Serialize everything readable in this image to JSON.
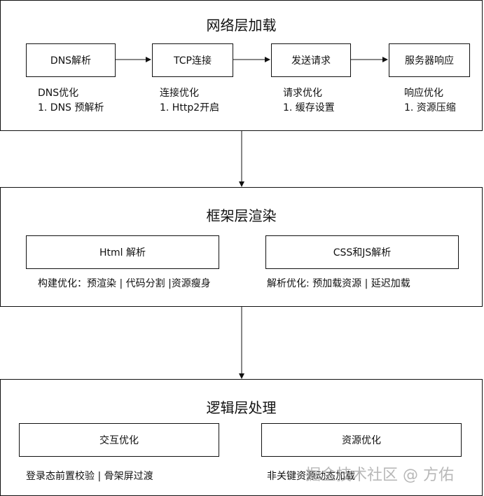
{
  "layers": {
    "network": {
      "title": "网络层加载",
      "nodes": [
        "DNS解析",
        "TCP连接",
        "发送请求",
        "服务器响应"
      ],
      "notes": [
        {
          "heading": "DNS优化",
          "item": "1. DNS 预解析"
        },
        {
          "heading": "连接优化",
          "item": "1. Http2开启"
        },
        {
          "heading": "请求优化",
          "item": "1. 缓存设置"
        },
        {
          "heading": "响应优化",
          "item": "1. 资源压缩"
        }
      ]
    },
    "framework": {
      "title": "框架层渲染",
      "nodes": [
        "Html 解析",
        "CSS和JS解析"
      ],
      "notes": [
        "构建优化：预渲染 | 代码分割 |资源瘦身",
        "解析优化: 预加载资源 | 延迟加载"
      ]
    },
    "logic": {
      "title": "逻辑层处理",
      "nodes": [
        "交互优化",
        "资源优化"
      ],
      "notes": [
        "登录态前置校验 | 骨架屏过渡",
        "非关键资源动态加载"
      ]
    }
  },
  "watermark": "掘金技术社区 @ 方佑",
  "colors": {
    "line": "#111111",
    "background": "#ffffff"
  }
}
